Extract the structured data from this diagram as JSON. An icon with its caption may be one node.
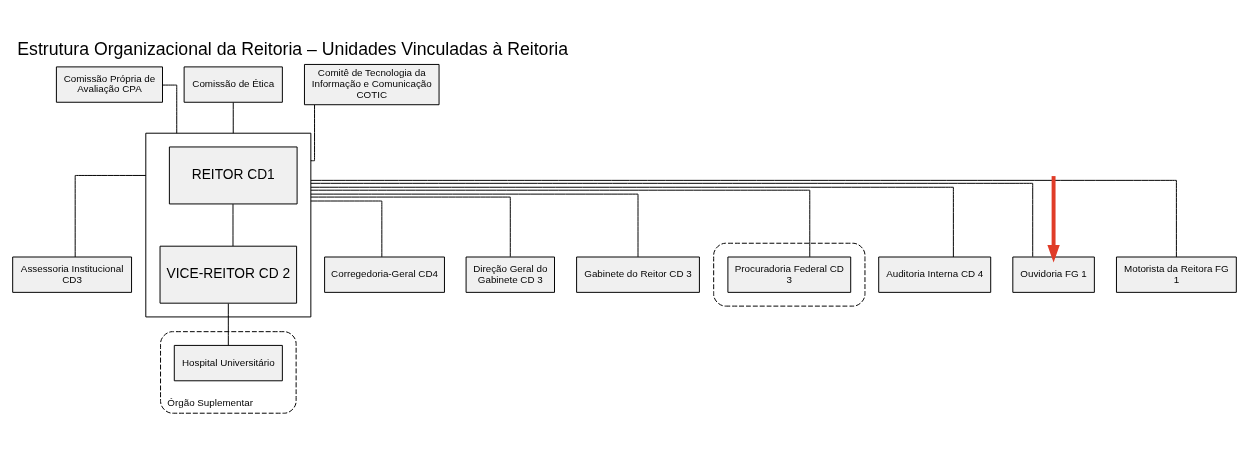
{
  "diagram": {
    "title": "Estrutura Organizacional da Reitoria – Unidades Vinculadas à Reitoria",
    "nodes": [
      {
        "text": [
          "Comissão Própria de Avaliação CPA"
        ]
      },
      {
        "text": [
          "Comissão de Ética"
        ]
      },
      {
        "text": [
          "Comitê de Tecnologia da Informação e Comunicação COTIC"
        ]
      },
      {
        "text": [],
        "shape": "box"
      },
      {
        "text": [
          "REITOR CD1"
        ],
        "in": 3
      },
      {
        "text": [
          "VICE-REITOR CD 2"
        ],
        "in": 3
      },
      {
        "text": [
          "Órgão Suplementar"
        ]
      },
      {
        "text": [
          "Hospital Universitário"
        ],
        "in": 6
      },
      {
        "text": [
          "Corregedoria-Geral CD4"
        ]
      },
      {
        "text": [
          "Direção Geral do Gabinete CD 3"
        ]
      },
      {
        "text": [
          "Gabinete do Reitor CD 3"
        ]
      },
      {
        "text": [],
        "shape": "box"
      },
      {
        "text": [
          "Procuradoria Federal CD 3"
        ],
        "in": 11
      },
      {
        "text": [
          "Assessoria Institucional CD3"
        ]
      },
      {
        "text": [
          "Auditoria Interna CD 4"
        ]
      },
      {
        "text": [
          "Ouvidoria FG 1"
        ]
      },
      {
        "text": [
          "Motorista da Reitora FG 1"
        ]
      }
    ],
    "edges": [
      {
        "from": 0,
        "to": 3,
        "arrow": "none"
      },
      {
        "from": 1,
        "to": 3,
        "arrow": "none"
      },
      {
        "from": 2,
        "to": 3,
        "arrow": "none"
      },
      {
        "from": 4,
        "to": 5,
        "arrow": "none"
      },
      {
        "from": 5,
        "to": 7,
        "arrow": "none"
      },
      {
        "from": 3,
        "to": 8,
        "arrow": "none"
      },
      {
        "from": 3,
        "to": 9,
        "arrow": "none"
      },
      {
        "from": 3,
        "to": 10,
        "arrow": "none"
      },
      {
        "from": 3,
        "to": 12,
        "arrow": "none"
      },
      {
        "from": 3,
        "to": 13,
        "arrow": "none"
      },
      {
        "from": 3,
        "to": 14,
        "arrow": "none"
      },
      {
        "from": 3,
        "to": 15,
        "arrow": "none"
      },
      {
        "from": 3,
        "to": 16,
        "arrow": "none"
      },
      {
        "from": null,
        "to": 15,
        "arrow": "to",
        "style": "thick",
        "color": "#e03c28"
      }
    ]
  }
}
